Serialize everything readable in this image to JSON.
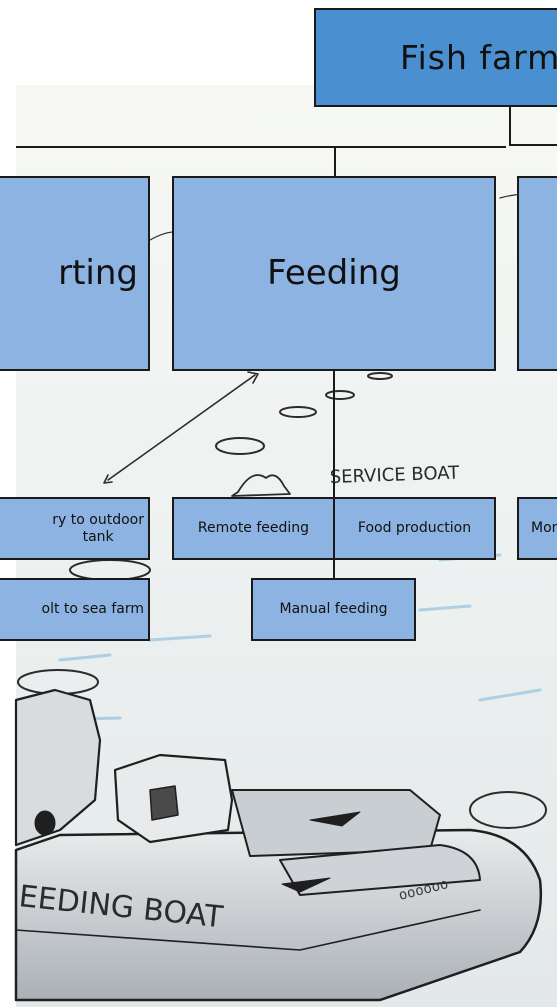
{
  "diagram": {
    "root": {
      "label": "Fish farm"
    },
    "level1": [
      {
        "id": "sorting",
        "label": "rting"
      },
      {
        "id": "feeding",
        "label": "Feeding"
      },
      {
        "id": "right-cut",
        "label": ""
      }
    ],
    "level2": [
      {
        "id": "hatchery-to-outdoor",
        "label": "ry to outdoor\ntank"
      },
      {
        "id": "smolt-to-sea",
        "label": "olt to sea farm"
      },
      {
        "id": "remote-feeding",
        "label": "Remote feeding"
      },
      {
        "id": "food-production",
        "label": "Food production"
      },
      {
        "id": "manual-feeding",
        "label": "Manual feeding"
      },
      {
        "id": "monitoring-cut",
        "label": "Mon"
      }
    ]
  },
  "sketch_text": {
    "service_boat": "SERVICE BOAT",
    "feeding_boat": "EEDING BOAT"
  },
  "colors": {
    "root_fill": "#4a90d0",
    "node_fill": "#8db3e2",
    "border": "#1a1a1a"
  }
}
